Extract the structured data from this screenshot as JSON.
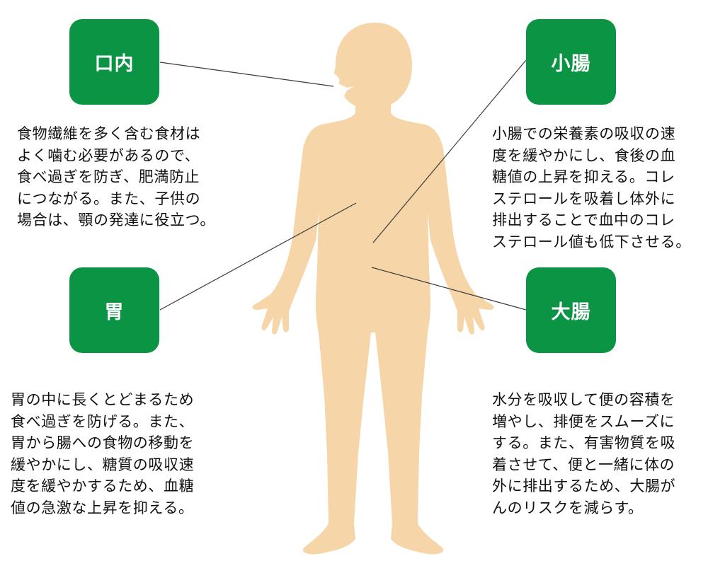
{
  "colors": {
    "box_green": "#0b9444",
    "box_text": "#ffffff",
    "body_skin": "#f6d5a9",
    "leader_line": "#3a3a3a",
    "text": "#111111"
  },
  "figure": {
    "icon": "human-body-silhouette-icon"
  },
  "organs": [
    {
      "id": "mouth",
      "label": "口内",
      "description": "食物繊維を多く含む食材は\nよく噛む必要があるので、\n食べ過ぎを防ぎ、肥満防止\nにつながる。また、子供の\n場合は、顎の発達に役立つ。"
    },
    {
      "id": "small-intestine",
      "label": "小腸",
      "description": "小腸での栄養素の吸収の速\n度を緩やかにし、食後の血\n糖値の上昇を抑える。コレ\nステロールを吸着し体外に\n排出することで血中のコレ\nステロール値も低下させる。"
    },
    {
      "id": "stomach",
      "label": "胃",
      "description": "胃の中に長くとどまるため\n食べ過ぎを防げる。また、\n胃から腸への食物の移動を\n緩やかにし、糖質の吸収速\n度を緩やかするため、血糖\n値の急激な上昇を抑える。"
    },
    {
      "id": "large-intestine",
      "label": "大腸",
      "description": "水分を吸収して便の容積を\n増やし、排便をスムーズに\nする。また、有害物質を吸\n着させて、便と一緒に体の\n外に排出するため、大腸が\nんのリスクを減らす。"
    }
  ]
}
